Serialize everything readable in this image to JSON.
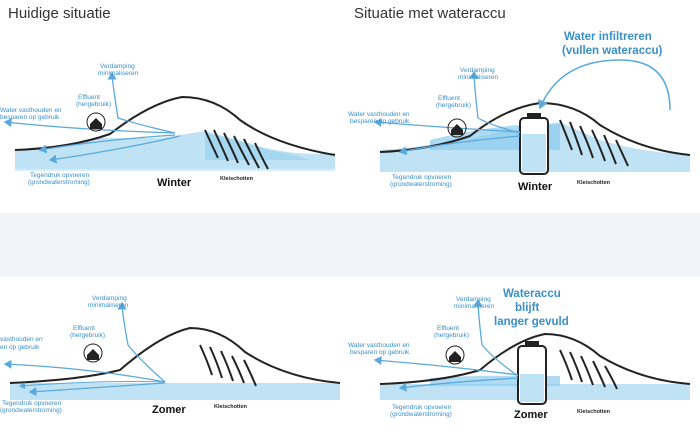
{
  "headings": {
    "left": "Huidige situatie",
    "right": "Situatie met wateraccu"
  },
  "labels": {
    "verdamping": [
      "Verdamping",
      "minimaliseren"
    ],
    "effluent": [
      "Effluent",
      "(hergebruik)"
    ],
    "vasthouden": [
      "Water vasthouden en",
      "besparen op gebruik"
    ],
    "vasthouden_bottom_left": [
      "vasthouden en",
      "en op gebruik"
    ],
    "tegendruk": [
      "Tegendruk opvoeren",
      "(grondwaterstroming)"
    ],
    "kleischotten": "Kleischotten",
    "infiltreren": [
      "Water infiltreren",
      "(vullen wateraccu)"
    ],
    "blijft": [
      "Wateraccu",
      "blijft",
      "langer gevuld"
    ]
  },
  "seasons": {
    "winter": "Winter",
    "zomer": "Zomer"
  },
  "colors": {
    "water": "#bfe3f5",
    "water_dark": "#8ccbee",
    "arrow": "#5aa9dc",
    "text_blue": "#3a8fc9",
    "divider": "#f1f4f8"
  }
}
